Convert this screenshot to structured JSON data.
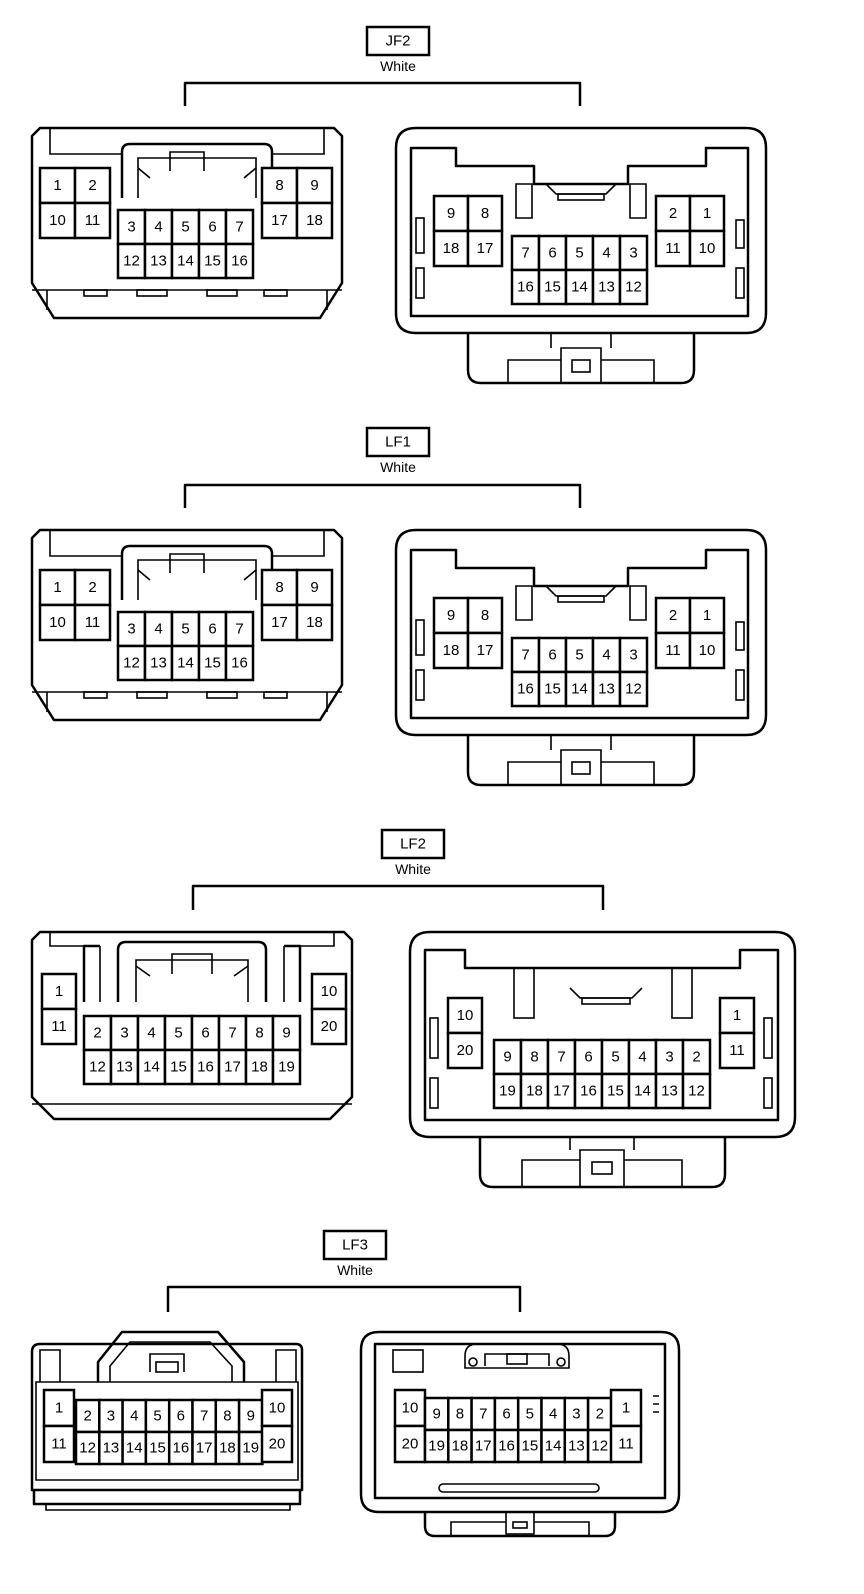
{
  "connectors": [
    {
      "id": "JF2",
      "color": "White",
      "left": {
        "top_left": [
          [
            "1",
            "2"
          ],
          [
            "10",
            "11"
          ]
        ],
        "middle": [
          [
            "3",
            "4",
            "5",
            "6",
            "7"
          ],
          [
            "12",
            "13",
            "14",
            "15",
            "16"
          ]
        ],
        "top_right": [
          [
            "8",
            "9"
          ],
          [
            "17",
            "18"
          ]
        ]
      },
      "right": {
        "top_left": [
          [
            "9",
            "8"
          ],
          [
            "18",
            "17"
          ]
        ],
        "middle": [
          [
            "7",
            "6",
            "5",
            "4",
            "3"
          ],
          [
            "16",
            "15",
            "14",
            "13",
            "12"
          ]
        ],
        "top_right": [
          [
            "2",
            "1"
          ],
          [
            "11",
            "10"
          ]
        ]
      }
    },
    {
      "id": "LF1",
      "color": "White",
      "left": {
        "top_left": [
          [
            "1",
            "2"
          ],
          [
            "10",
            "11"
          ]
        ],
        "middle": [
          [
            "3",
            "4",
            "5",
            "6",
            "7"
          ],
          [
            "12",
            "13",
            "14",
            "15",
            "16"
          ]
        ],
        "top_right": [
          [
            "8",
            "9"
          ],
          [
            "17",
            "18"
          ]
        ]
      },
      "right": {
        "top_left": [
          [
            "9",
            "8"
          ],
          [
            "18",
            "17"
          ]
        ],
        "middle": [
          [
            "7",
            "6",
            "5",
            "4",
            "3"
          ],
          [
            "16",
            "15",
            "14",
            "13",
            "12"
          ]
        ],
        "top_right": [
          [
            "2",
            "1"
          ],
          [
            "11",
            "10"
          ]
        ]
      }
    },
    {
      "id": "LF2",
      "color": "White",
      "left": {
        "top_left": [
          [
            "1"
          ],
          [
            "11"
          ]
        ],
        "middle": [
          [
            "2",
            "3",
            "4",
            "5",
            "6",
            "7",
            "8",
            "9"
          ],
          [
            "12",
            "13",
            "14",
            "15",
            "16",
            "17",
            "18",
            "19"
          ]
        ],
        "top_right": [
          [
            "10"
          ],
          [
            "20"
          ]
        ]
      },
      "right": {
        "top_left": [
          [
            "10"
          ],
          [
            "20"
          ]
        ],
        "middle": [
          [
            "9",
            "8",
            "7",
            "6",
            "5",
            "4",
            "3",
            "2"
          ],
          [
            "19",
            "18",
            "17",
            "16",
            "15",
            "14",
            "13",
            "12"
          ]
        ],
        "top_right": [
          [
            "1"
          ],
          [
            "11"
          ]
        ]
      }
    },
    {
      "id": "LF3",
      "color": "White",
      "left": {
        "top_left": [
          [
            "1"
          ],
          [
            "11"
          ]
        ],
        "middle": [
          [
            "2",
            "3",
            "4",
            "5",
            "6",
            "7",
            "8",
            "9"
          ],
          [
            "12",
            "13",
            "14",
            "15",
            "16",
            "17",
            "18",
            "19"
          ]
        ],
        "top_right": [
          [
            "10"
          ],
          [
            "20"
          ]
        ]
      },
      "right": {
        "top_left": [
          [
            "10"
          ],
          [
            "20"
          ]
        ],
        "middle": [
          [
            "9",
            "8",
            "7",
            "6",
            "5",
            "4",
            "3",
            "2"
          ],
          [
            "19",
            "18",
            "17",
            "16",
            "15",
            "14",
            "13",
            "12"
          ]
        ],
        "top_right": [
          [
            "1"
          ],
          [
            "11"
          ]
        ]
      }
    }
  ]
}
